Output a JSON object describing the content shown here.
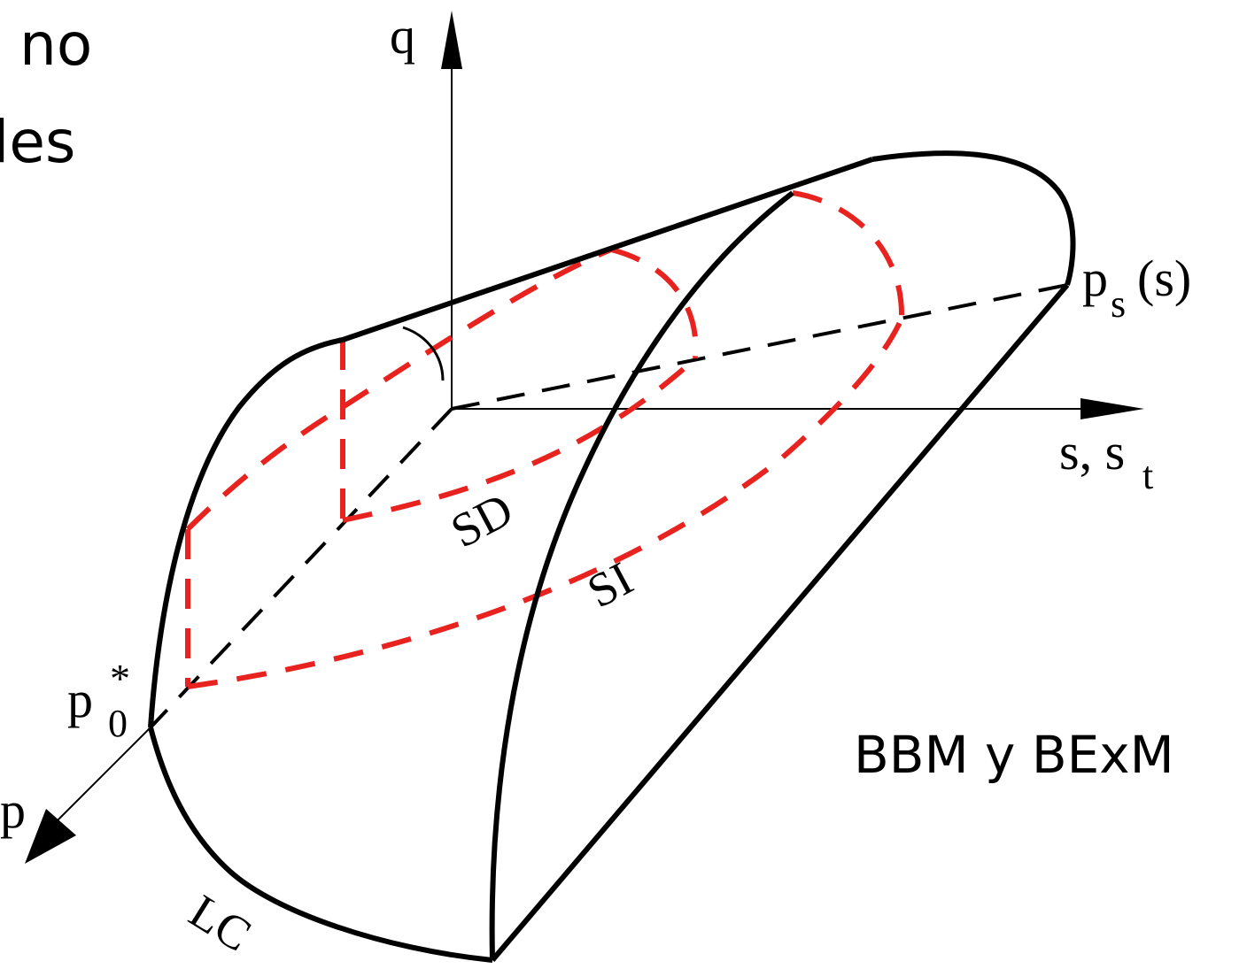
{
  "slide": {
    "fragment_line_1": "no",
    "fragment_line_2": "les",
    "model_label": "BBM y BExM"
  },
  "diagram": {
    "axes": {
      "q": "q",
      "p": "p",
      "s": "s, s",
      "s_subscript": "t"
    },
    "points": {
      "p0_base": "p",
      "p0_subscript": "0",
      "p0_superscript": "*",
      "ps_base": "p",
      "ps_subscript": "s",
      "ps_suffix": "(s)"
    },
    "curves": {
      "LC": "LC",
      "SD": "SD",
      "SI": "SI"
    },
    "colors": {
      "outline": "#000000",
      "yield_loci": "#e8231f"
    }
  }
}
